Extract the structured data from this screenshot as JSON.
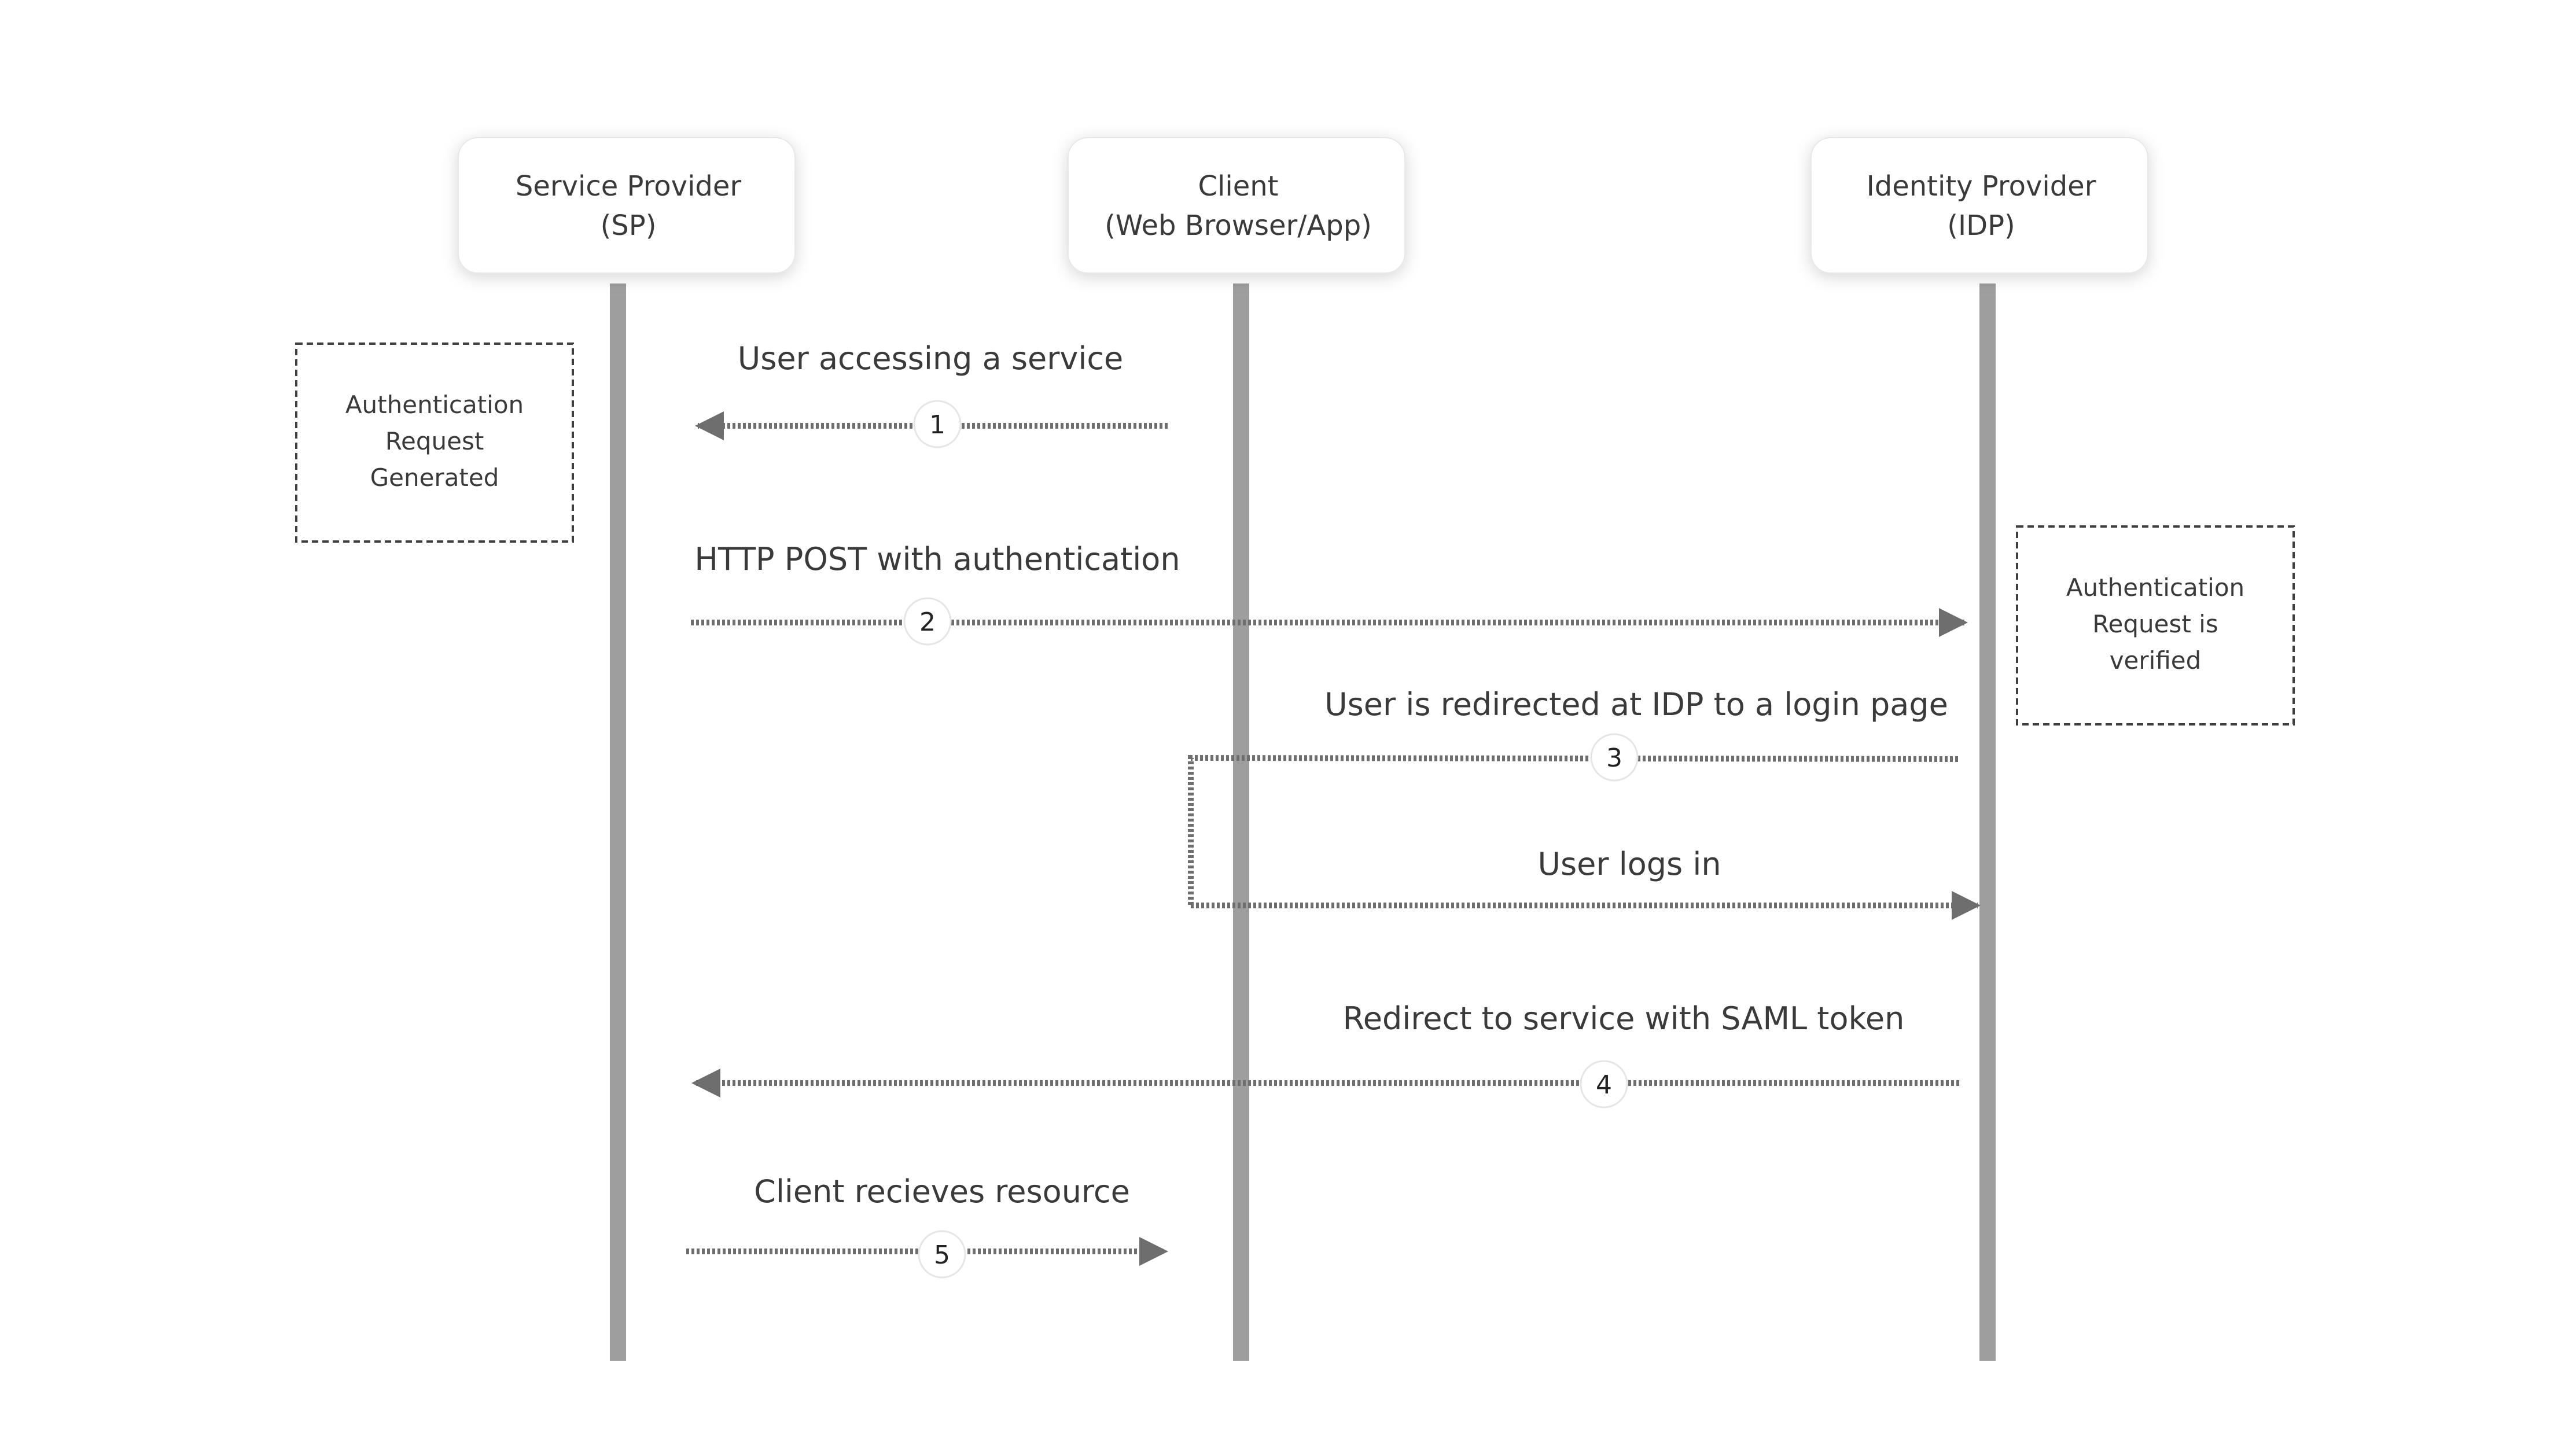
{
  "actors": [
    {
      "line1": "Service Provider",
      "line2": "(SP)"
    },
    {
      "line1": "Client",
      "line2": "(Web Browser/App)"
    },
    {
      "line1": "Identity Provider",
      "line2": "(IDP)"
    }
  ],
  "notes": [
    {
      "lines": [
        "Authentication",
        "Request",
        "Generated"
      ]
    },
    {
      "lines": [
        "Authentication",
        "Request is",
        "verified"
      ]
    }
  ],
  "messages": [
    {
      "step": "1",
      "label": "User accessing a service"
    },
    {
      "step": "2",
      "label": "HTTP POST with authentication"
    },
    {
      "step": "3",
      "label": "User is redirected at IDP to a login page"
    },
    {
      "step": "",
      "label": "User logs in"
    },
    {
      "step": "4",
      "label": "Redirect to service with SAML token"
    },
    {
      "step": "5",
      "label": "Client recieves resource"
    }
  ],
  "colors": {
    "lifeline": "#9e9e9e",
    "arrow": "#6e6e6e",
    "text": "#3a3a3a",
    "box_border": "#e6e6e6",
    "note_border": "#3f3f3f"
  }
}
